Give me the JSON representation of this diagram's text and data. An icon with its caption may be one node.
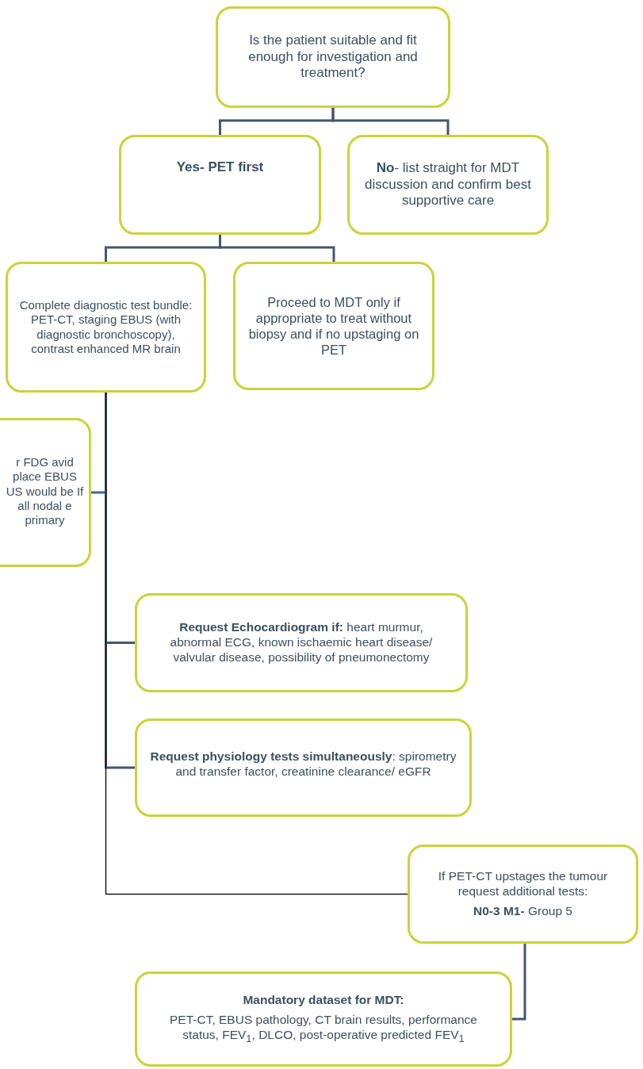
{
  "diagram": {
    "nodes": [
      {
        "text": [
          "Is the patient suitable and fit enough for investigation and treatment?"
        ]
      },
      {
        "text": [
          "Yes- PET first"
        ]
      },
      {
        "text": [
          "**No**- list straight for MDT discussion and confirm best supportive care"
        ]
      },
      {
        "text": [
          "Complete diagnostic test bundle: PET-CT, staging EBUS (with diagnostic bronchoscopy), contrast enhanced MR brain"
        ]
      },
      {
        "text": [
          "Proceed to MDT only if appropriate to treat without biopsy and if no upstaging on PET"
        ]
      },
      {
        "text": [
          "r FDG avid place EBUS US would be If all nodal e primary"
        ]
      },
      {
        "text": [
          "**Request Echocardiogram if:** heart murmur, abnormal ECG, known ischaemic heart disease/ valvular disease, possibility of pneumonectomy"
        ]
      },
      {
        "text": [
          "**Request physiology tests simultaneously**: spirometry and transfer factor, creatinine clearance/ eGFR"
        ]
      },
      {
        "text": [
          "If PET-CT upstages the tumour request additional tests:",
          "**N0-3 M1-** Group 5"
        ]
      },
      {
        "text": [
          "Mandatory dataset for MDT:",
          "PET-CT, EBUS pathology, CT brain results, performance status, FEV$_{1}$, DLCO, post-operative predicted FEV$_{1}$"
        ]
      }
    ],
    "edges": [
      {
        "from": 0,
        "to": 1,
        "arrow": "none"
      },
      {
        "from": 0,
        "to": 2,
        "arrow": "none"
      },
      {
        "from": 1,
        "to": 3,
        "arrow": "none"
      },
      {
        "from": 1,
        "to": 4,
        "arrow": "none"
      },
      {
        "from": 3,
        "to": 5,
        "arrow": "none",
        "color": "#3f62a8"
      },
      {
        "from": 3,
        "to": 6,
        "arrow": "none"
      },
      {
        "from": 3,
        "to": 7,
        "arrow": "none"
      },
      {
        "from": 3,
        "to": 8,
        "arrow": "none",
        "color": "#1a1a1a"
      },
      {
        "from": 8,
        "to": 9,
        "arrow": "none"
      }
    ]
  }
}
